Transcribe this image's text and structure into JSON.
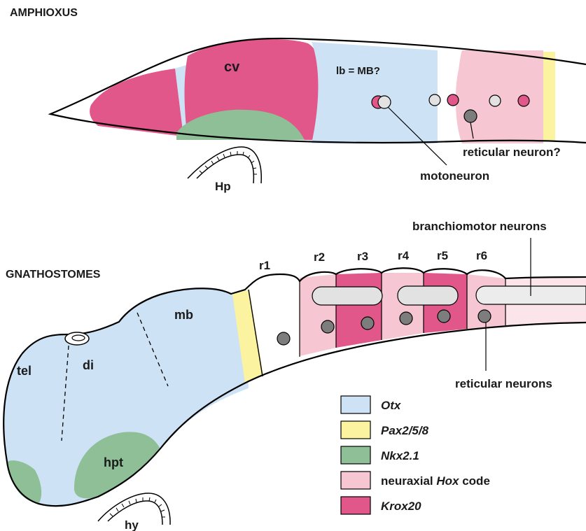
{
  "amphioxus": {
    "title": "AMPHIOXUS",
    "labels": {
      "cv": "cv",
      "lb": "lb = MB?",
      "hp": "Hp",
      "reticular": "reticular neuron?",
      "motoneuron": "motoneuron"
    }
  },
  "gnathostomes": {
    "title": "GNATHOSTOMES",
    "labels": {
      "tel": "tel",
      "di": "di",
      "mb": "mb",
      "hpt": "hpt",
      "hy": "hy",
      "branchiomotor": "branchiomotor neurons",
      "reticular": "reticular neurons"
    },
    "rhombomeres": [
      "r1",
      "r2",
      "r3",
      "r4",
      "r5",
      "r6"
    ]
  },
  "legend": [
    {
      "label": "Otx",
      "italic": true,
      "color": "#cde3f5"
    },
    {
      "label": "Pax2/5/8",
      "italic": true,
      "color": "#fbf3a0"
    },
    {
      "label": "Nkx2.1",
      "italic": true,
      "color": "#8ebf96"
    },
    {
      "label_parts": [
        "neuraxial ",
        "Hox",
        " code"
      ],
      "color": "#f7c6d3"
    },
    {
      "label": "Krox20",
      "italic": true,
      "color": "#e1578a"
    }
  ],
  "colors": {
    "otx": "#cde3f5",
    "pax": "#fbf3a0",
    "nkx": "#8ebf96",
    "hox": "#f7c6d3",
    "krox": "#e1578a",
    "neuron_gray": "#7d7d7d",
    "motor_gray": "#e2e2e2"
  }
}
